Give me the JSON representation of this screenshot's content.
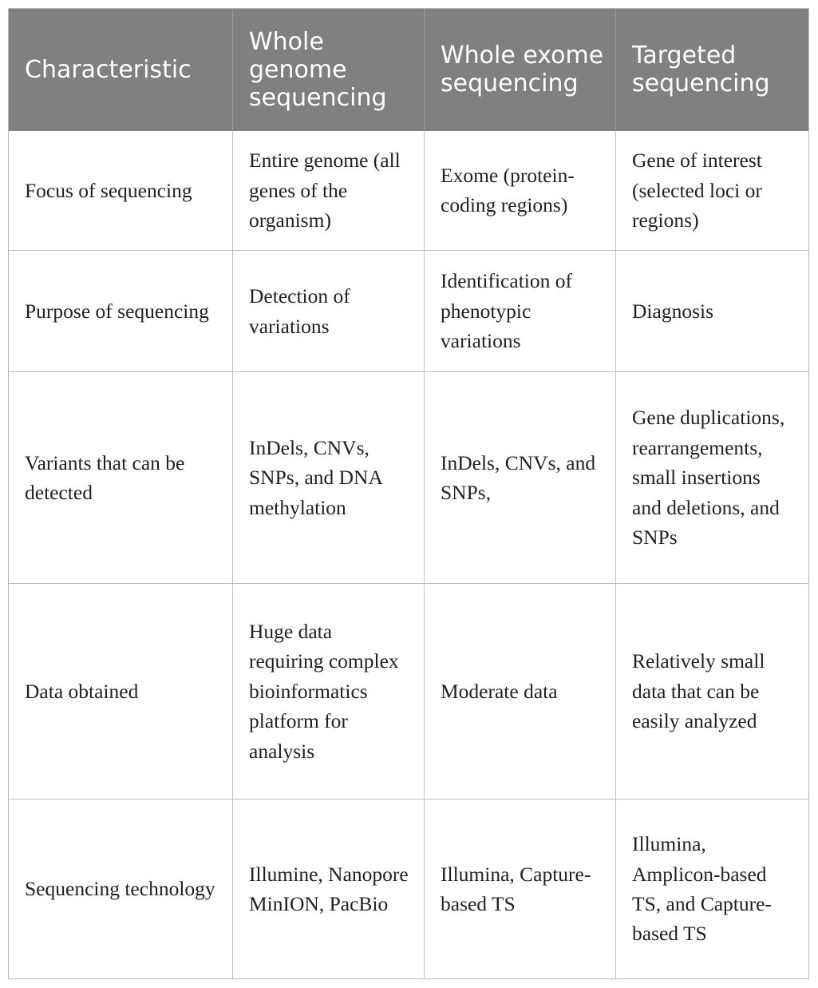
{
  "table": {
    "headers": [
      {
        "id": "characteristic",
        "label": "Characteristic"
      },
      {
        "id": "wgs",
        "label": "Whole genome sequencing"
      },
      {
        "id": "wes",
        "label": "Whole exome sequencing"
      },
      {
        "id": "targeted",
        "label": "Targeted sequencing"
      }
    ],
    "rows": [
      {
        "id": "focus-of-sequencing",
        "characteristic": "Focus of sequencing",
        "wgs": "Entire genome (all genes of the organism)",
        "wes": "Exome (protein-coding regions)",
        "targeted": "Gene of interest (selected loci or regions)"
      },
      {
        "id": "purpose-of-sequencing",
        "characteristic": "Purpose of sequencing",
        "wgs": "Detection of variations",
        "wes": "Identification of phenotypic variations",
        "targeted": "Diagnosis"
      },
      {
        "id": "variants-detected",
        "characteristic": "Variants that can be detected",
        "wgs": "InDels, CNVs, SNPs, and DNA methylation",
        "wes": "InDels, CNVs, and SNPs,",
        "targeted": "Gene duplications, rearrangements, small insertions and deletions, and SNPs"
      },
      {
        "id": "data-obtained",
        "characteristic": "Data obtained",
        "wgs": "Huge data requiring complex bioinformatics platform for analysis",
        "wes": "Moderate data",
        "targeted": "Relatively small data that can be easily analyzed"
      },
      {
        "id": "sequencing-technology",
        "characteristic": "Sequencing technology",
        "wgs": "Illumine, Nanopore MinION, PacBio",
        "wes": "Illumina, Capture-based TS",
        "targeted": "Illumina, Amplicon-based TS, and Capture-based TS"
      }
    ]
  },
  "colors": {
    "header_background": "#808080",
    "header_text": "#ffffff",
    "body_text": "#231f20",
    "border": "#bdbdbd",
    "page_background": "#ffffff"
  }
}
